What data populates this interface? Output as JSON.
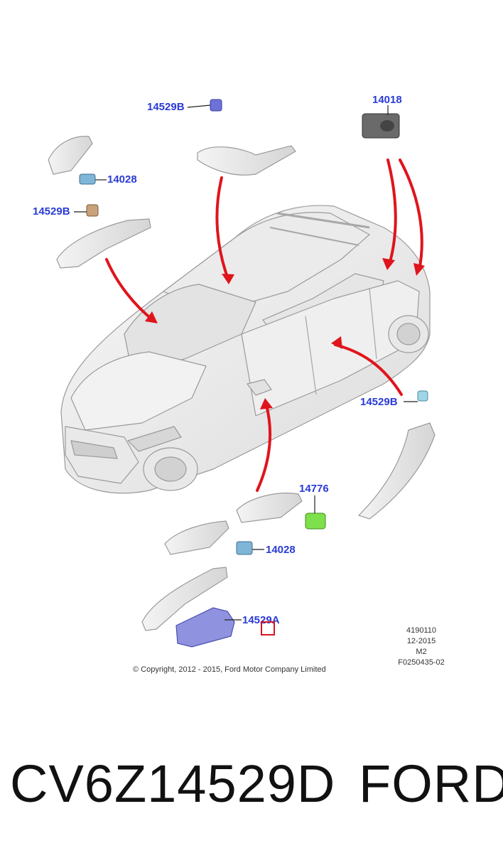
{
  "callouts": {
    "top_center": "14529B",
    "top_right": "14018",
    "upper_left_small": "14028",
    "upper_left": "14529B",
    "right_mid": "14529B",
    "green_switch": "14776",
    "lower_small": "14028",
    "driver_switch": "14529A"
  },
  "diagram_meta": {
    "line1": "4190110",
    "line2": "12-2015",
    "line3": "M2",
    "line4": "F0250435-02"
  },
  "copyright": "© Copyright, 2012 - 2015, Ford Motor Company Limited",
  "caption": {
    "part_number": "CV6Z14529D",
    "brand": "FORD"
  },
  "colors": {
    "callout_text": "#2a3bd6",
    "arrow": "#e0141c",
    "switch_blue": "#6c72d8",
    "switch_green": "#7ee04a",
    "switch_teal": "#7fb5d6",
    "switch_tan": "#c9a27a"
  }
}
